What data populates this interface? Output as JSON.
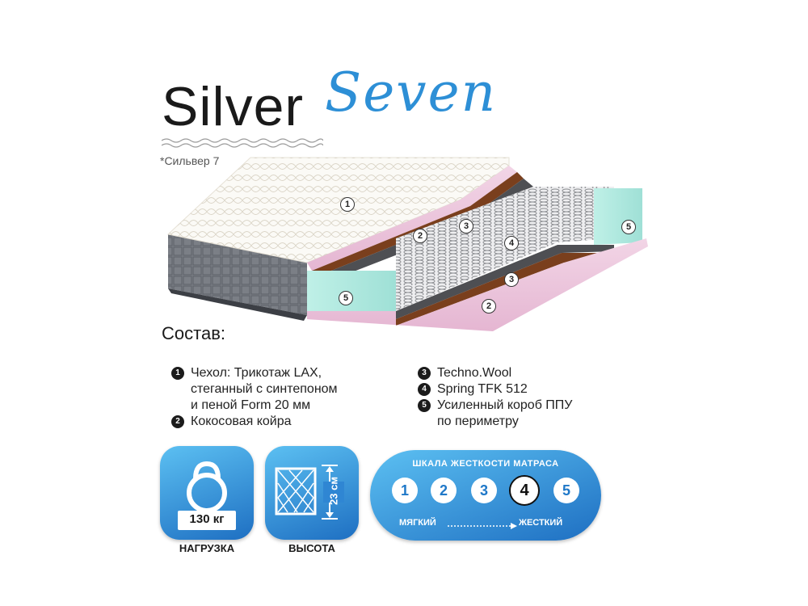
{
  "brand": {
    "main": "Silver",
    "script": "Seven",
    "subtitle": "*Сильвер 7"
  },
  "callouts": [
    "1",
    "2",
    "3",
    "4",
    "5",
    "5",
    "3",
    "2"
  ],
  "composition": {
    "title": "Состав:",
    "left": [
      {
        "num": "1",
        "text": "Чехол: Трикотаж LAX,\nстеганный с синтепоном\nи пеной Form 20 мм"
      },
      {
        "num": "2",
        "text": "Кокосовая койра"
      }
    ],
    "right": [
      {
        "num": "3",
        "text": "Techno.Wool"
      },
      {
        "num": "4",
        "text": "Spring TFK 512"
      },
      {
        "num": "5",
        "text": "Усиленный короб ППУ\nпо периметру"
      }
    ]
  },
  "load_badge": {
    "icon": "kettlebell-icon",
    "value": "130 кг",
    "caption": "НАГРУЗКА"
  },
  "height_badge": {
    "icon": "mattress-height-icon",
    "value": "23 см",
    "caption": "ВЫСОТА"
  },
  "firmness": {
    "title": "ШКАЛА ЖЕСТКОСТИ МАТРАСА",
    "levels": [
      "1",
      "2",
      "3",
      "4",
      "5"
    ],
    "selected": "4",
    "soft_label": "МЯГКИЙ",
    "hard_label": "ЖЕСТКИЙ"
  },
  "colors": {
    "accent": "#2d8fd6",
    "badge_top": "#5cc0f2",
    "badge_bottom": "#1e6fc2"
  }
}
